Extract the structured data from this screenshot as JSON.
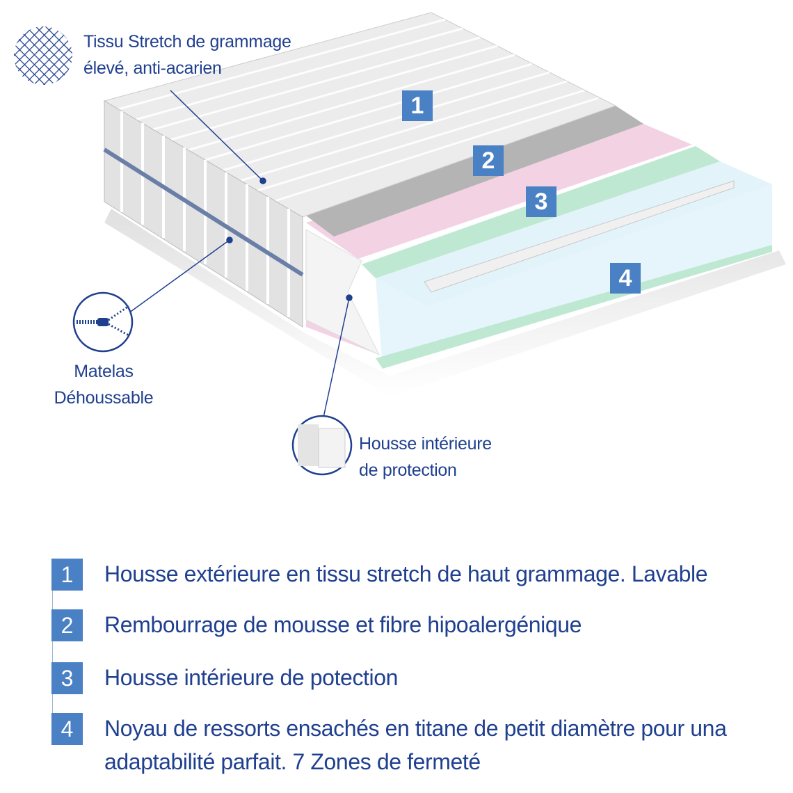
{
  "callouts": {
    "fabric": {
      "line1": "Tissu Stretch de grammage",
      "line2": "élevé, anti-acarien",
      "icon": "fabric-mesh-icon"
    },
    "removable": {
      "line1": "Matelas",
      "line2": "Déhoussable",
      "icon": "zipper-icon"
    },
    "inner_cover": {
      "line1": "Housse intérieure",
      "line2": "de protection",
      "icon": "inner-cover-icon"
    }
  },
  "layer_badges": [
    "1",
    "2",
    "3",
    "4"
  ],
  "legend": [
    {
      "num": "1",
      "text": "Housse extérieure en tissu stretch de haut grammage. Lavable"
    },
    {
      "num": "2",
      "text": "Rembourrage de mousse et fibre hipoalergénique"
    },
    {
      "num": "3",
      "text": "Housse intérieure de potection"
    },
    {
      "num": "4",
      "text": "Noyau de ressorts ensachés en titane de petit diamètre pour una adaptabilité parfait. 7 Zones de fermeté"
    }
  ],
  "colors": {
    "accent": "#4a80c4",
    "text": "#1f3f8f",
    "pink": "#f3d3e3",
    "green": "#bfe8d2",
    "blue": "#e6f5fb",
    "gray": "#b4b4b4"
  }
}
